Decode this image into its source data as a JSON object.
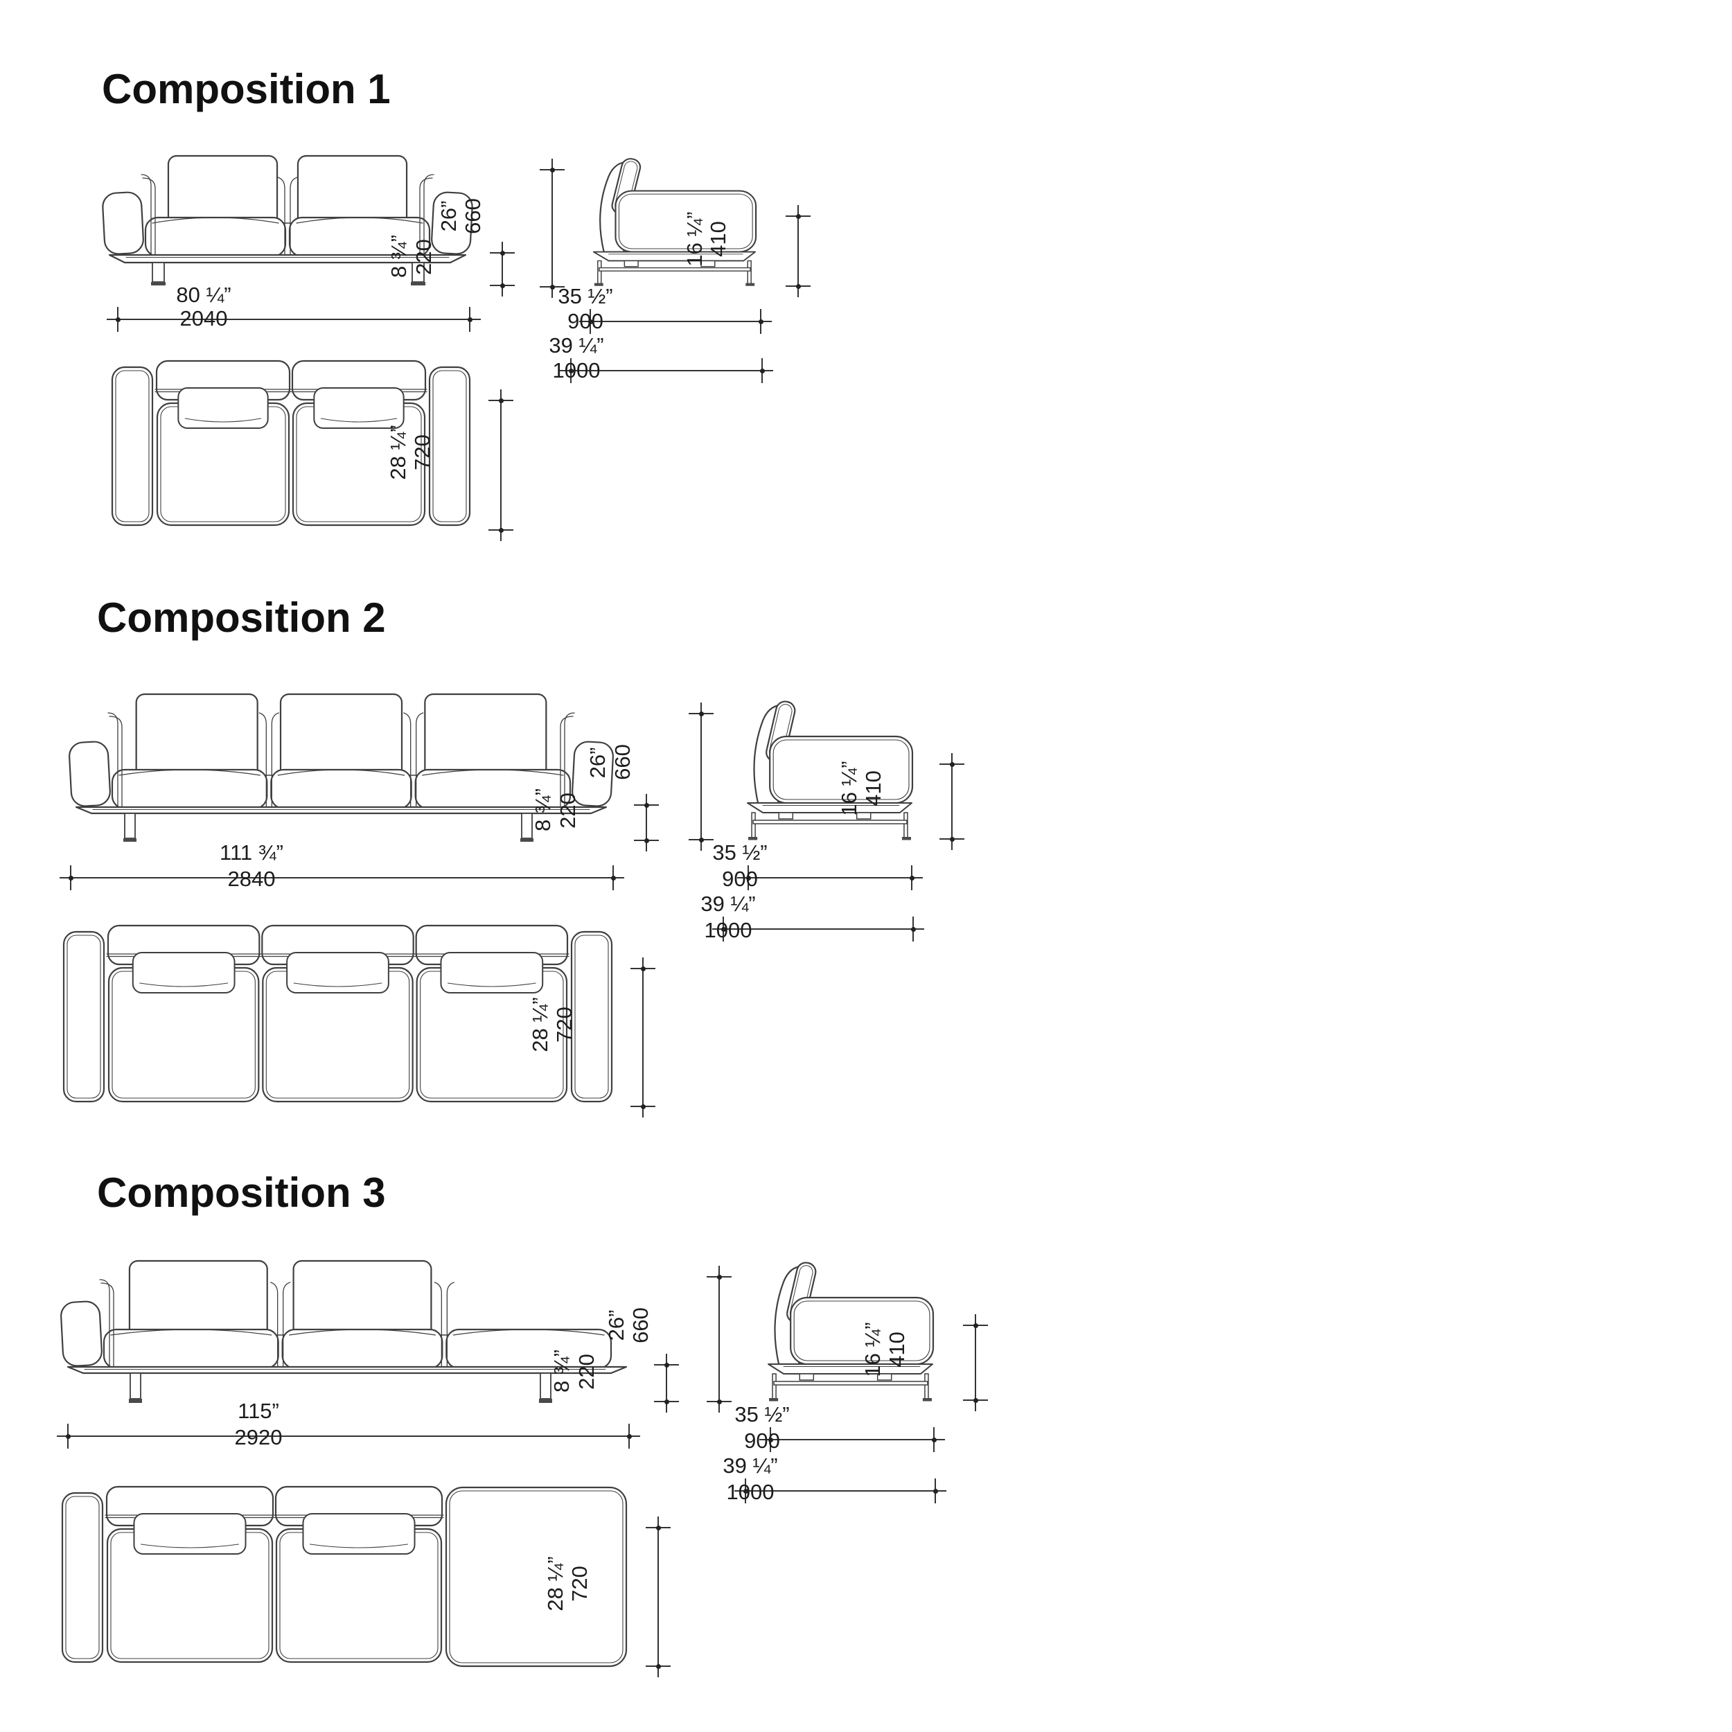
{
  "page": {
    "background": "#ffffff",
    "ink": "#1c1c1c",
    "line_color": "#3f3f3f"
  },
  "compositions": [
    {
      "title": "Composition 1",
      "dims": {
        "width_in": "80 ¼”",
        "width_mm": "2040",
        "height_in": "26”",
        "height_mm": "660",
        "base_in": "8 ¾”",
        "base_mm": "220",
        "seat_in": "16 ¼”",
        "seat_mm": "410",
        "depth_in": "35 ½”",
        "depth_mm": "900",
        "total_depth_in": "39 ¼”",
        "total_depth_mm": "1000",
        "top_depth_in": "28 ¼”",
        "top_depth_mm": "720"
      }
    },
    {
      "title": "Composition 2",
      "dims": {
        "width_in": "111 ¾”",
        "width_mm": "2840",
        "height_in": "26”",
        "height_mm": "660",
        "base_in": "8 ¾”",
        "base_mm": "220",
        "seat_in": "16 ¼”",
        "seat_mm": "410",
        "depth_in": "35 ½”",
        "depth_mm": "900",
        "total_depth_in": "39 ¼”",
        "total_depth_mm": "1000",
        "top_depth_in": "28 ¼”",
        "top_depth_mm": "720"
      }
    },
    {
      "title": "Composition 3",
      "dims": {
        "width_in": "115”",
        "width_mm": "2920",
        "height_in": "26”",
        "height_mm": "660",
        "base_in": "8 ¾”",
        "base_mm": "220",
        "seat_in": "16 ¼”",
        "seat_mm": "410",
        "depth_in": "35 ½”",
        "depth_mm": "900",
        "total_depth_in": "39 ¼”",
        "total_depth_mm": "1000",
        "top_depth_in": "28 ¼”",
        "top_depth_mm": "720"
      }
    }
  ]
}
